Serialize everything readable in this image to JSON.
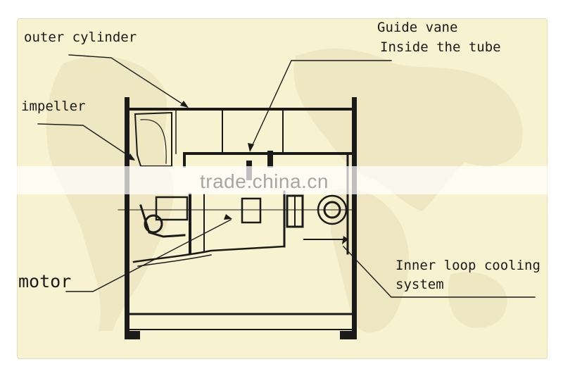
{
  "labels": {
    "outer_cylinder": "outer cylinder",
    "impeller": "impeller",
    "guide_vane_line1": "Guide vane",
    "guide_vane_line2": "Inside the tube",
    "motor": "motor",
    "cooling_line1": "Inner loop cooling",
    "cooling_line2": "system"
  },
  "watermark": "trade.china.cn",
  "colors": {
    "panel_bg": "#f7f2cf",
    "line": "#1a1a1a"
  }
}
